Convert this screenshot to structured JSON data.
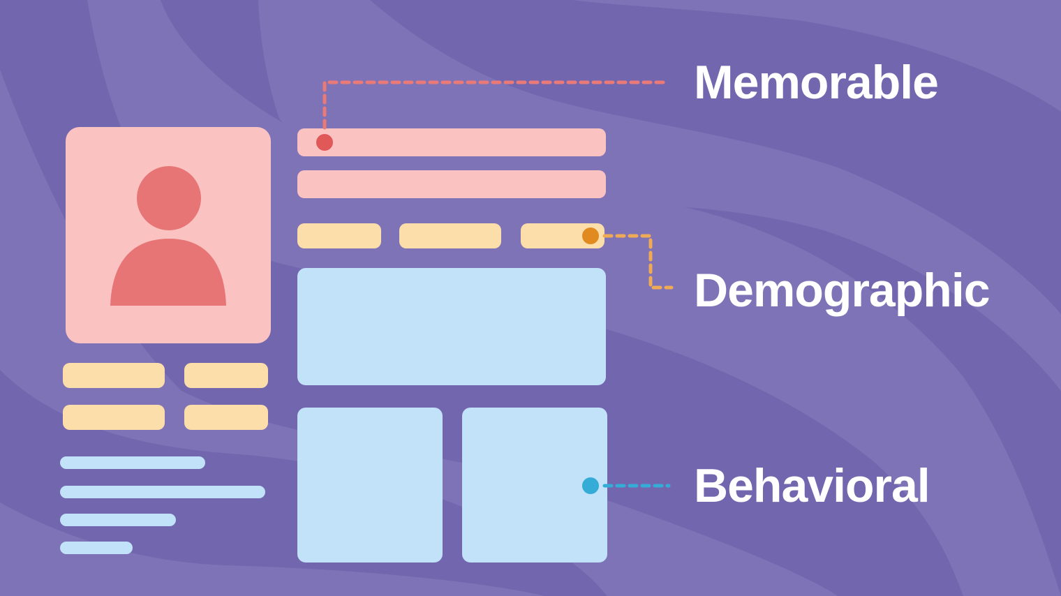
{
  "colors": {
    "background": "#7267af",
    "background_wave": "#7d73b6",
    "pink_block": "#fbc2c2",
    "avatar": "#e87575",
    "peach_block": "#fcdeab",
    "blue_block": "#c2e2f9",
    "memorable_accent": "#e05858",
    "memorable_line": "#ea7a78",
    "demographic_accent": "#e08a20",
    "demographic_line": "#eeaa55",
    "behavioral_accent": "#35acd6",
    "label_text": "#ffffff"
  },
  "callouts": [
    {
      "id": "memorable",
      "label": "Memorable"
    },
    {
      "id": "demographic",
      "label": "Demographic"
    },
    {
      "id": "behavioral",
      "label": "Behavioral"
    }
  ],
  "profile": {
    "avatar_icon": "user-silhouette-icon",
    "tag_rows": 2,
    "tags_per_row": 2,
    "text_lines": 4,
    "header_bars": 2,
    "chips": 3,
    "content_panels": 3
  }
}
